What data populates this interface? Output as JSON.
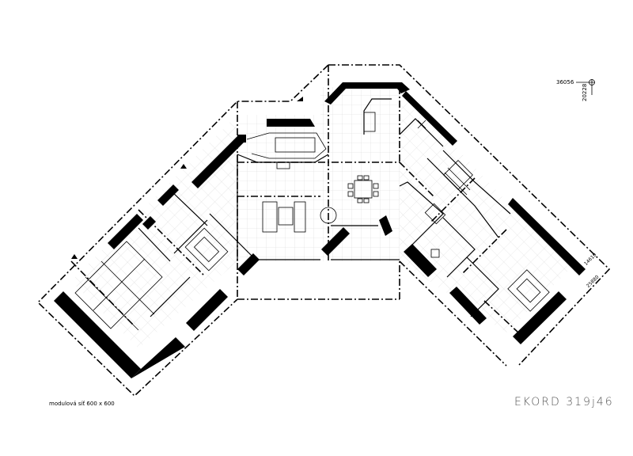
{
  "drawing": {
    "project_code": "EKORD 319j46",
    "grid_note": "modulová síť 600 x 600",
    "coordinate_marker": {
      "x_value": "36056",
      "y_value": "20228"
    },
    "dimension_labels": [
      "14610",
      "25880"
    ]
  }
}
